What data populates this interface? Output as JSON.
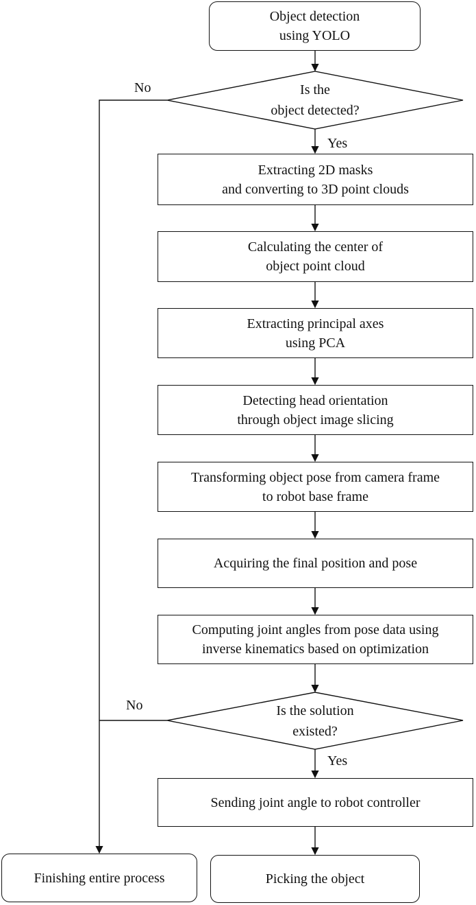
{
  "start": {
    "lines": [
      "Object detection",
      "using YOLO"
    ]
  },
  "decision1": {
    "lines": [
      "Is the",
      "object detected?"
    ],
    "yes": "Yes",
    "no": "No"
  },
  "steps": [
    {
      "lines": [
        "Extracting 2D masks",
        "and converting to 3D point clouds"
      ]
    },
    {
      "lines": [
        "Calculating the center of",
        "object point cloud"
      ]
    },
    {
      "lines": [
        "Extracting principal axes",
        "using PCA"
      ]
    },
    {
      "lines": [
        "Detecting head orientation",
        "through object image slicing"
      ]
    },
    {
      "lines": [
        "Transforming object pose from camera frame",
        "to robot base frame"
      ]
    },
    {
      "lines": [
        "Acquiring the final position and pose"
      ]
    },
    {
      "lines": [
        "Computing joint angles from pose data using",
        "inverse kinematics  based on optimization"
      ]
    }
  ],
  "decision2": {
    "lines": [
      "Is the solution",
      "existed?"
    ],
    "yes": "Yes",
    "no": "No"
  },
  "send": {
    "lines": [
      "Sending joint angle to robot controller"
    ]
  },
  "end_fail": {
    "lines": [
      "Finishing entire process"
    ]
  },
  "end_pick": {
    "lines": [
      "Picking the object"
    ]
  }
}
